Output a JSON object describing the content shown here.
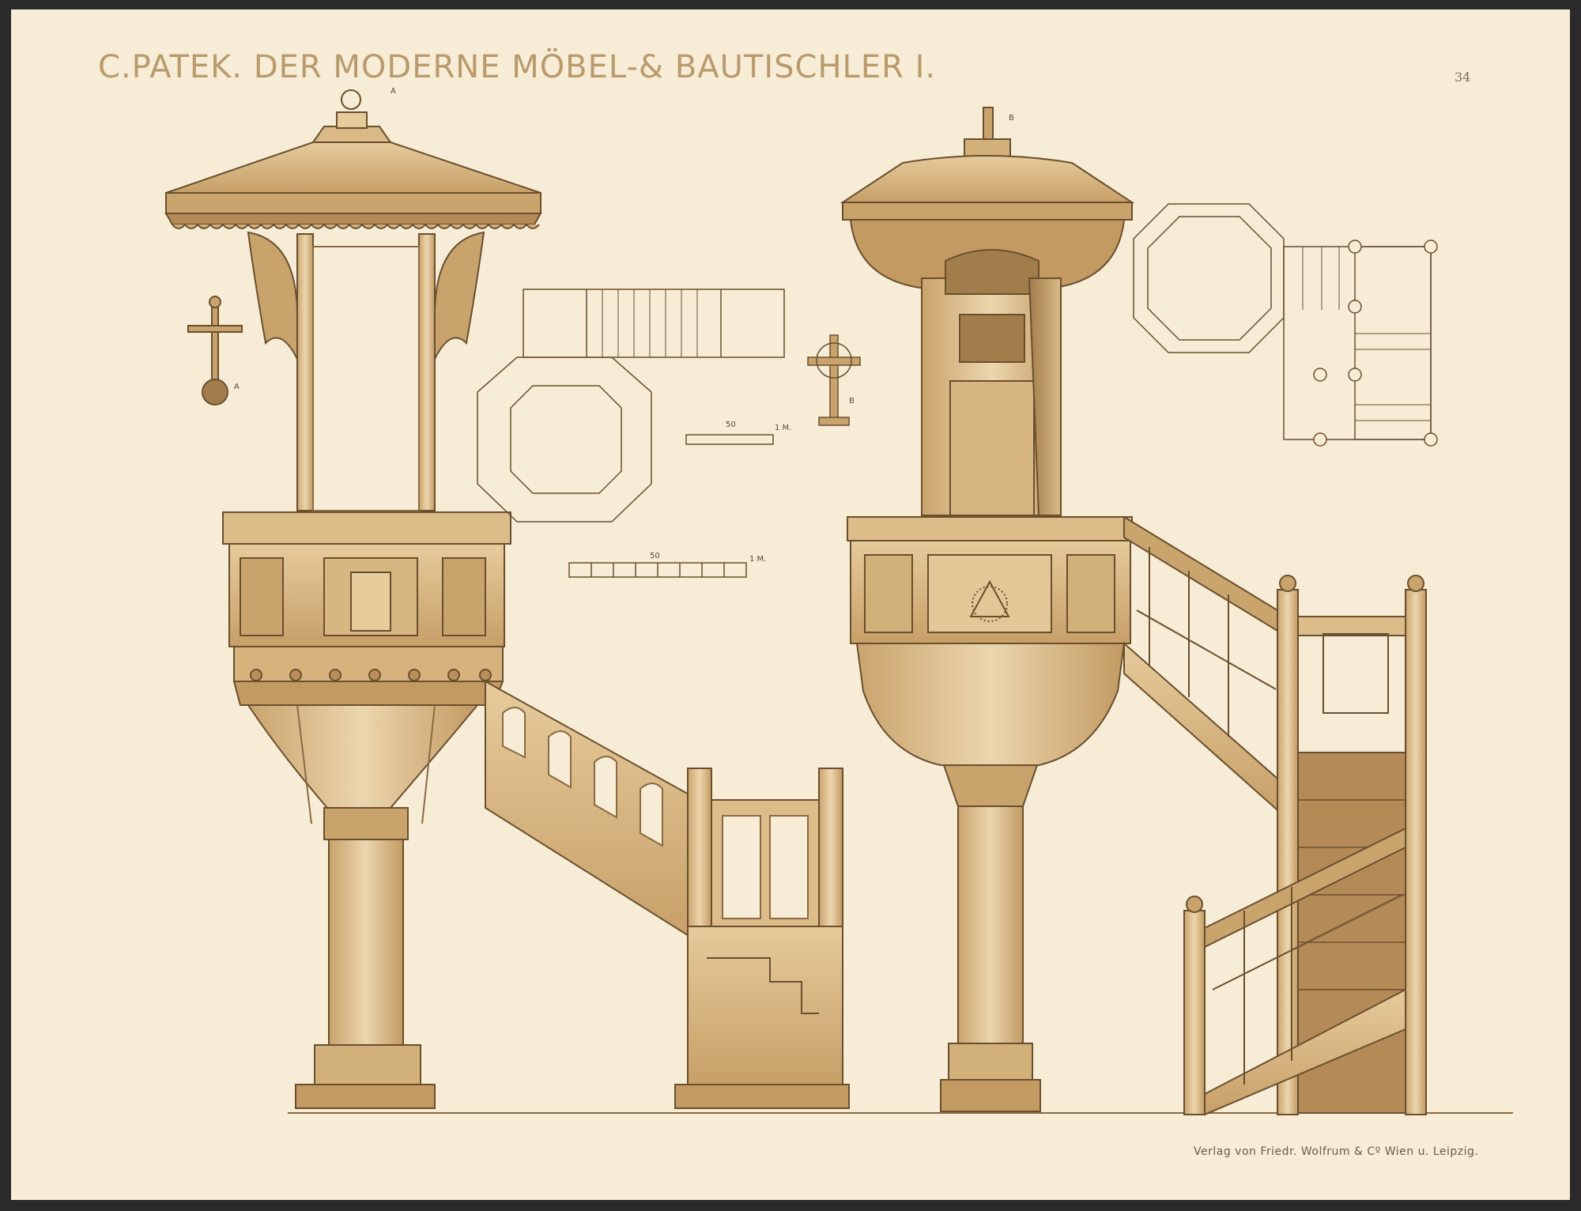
{
  "header": {
    "title": "C.PATEK. DER MODERNE MÖBEL-& BAUTISCHLER I.",
    "page_number": "34"
  },
  "footer": {
    "publisher": "Verlag von Friedr. Wolfrum & Cº Wien u. Leipzig."
  },
  "labels": {
    "pulpit_a": "A",
    "pulpit_b": "B",
    "cross_a": "A",
    "cross_b": "B"
  },
  "scale_bars": [
    {
      "mid": "50",
      "end": "1 M."
    },
    {
      "mid": "50",
      "end": "1 M."
    }
  ],
  "colors": {
    "paper": "#f7ecd6",
    "wood_light": "#e8cfa2",
    "wood_mid": "#d2b07a",
    "wood_dark": "#a27d4c",
    "line": "#6a4f2f"
  }
}
